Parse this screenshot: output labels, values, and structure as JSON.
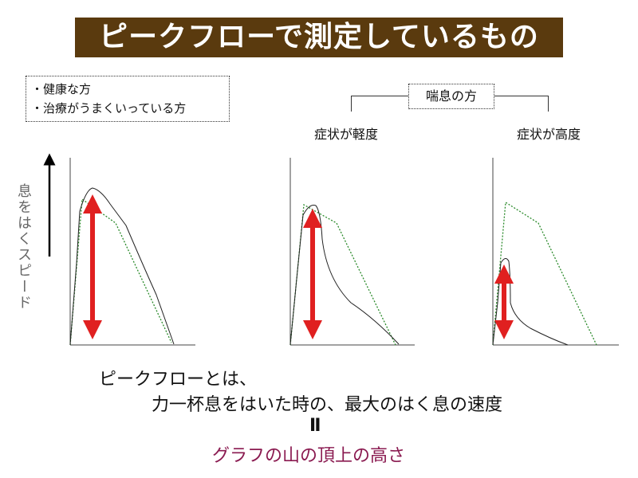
{
  "title": "ピークフローで測定しているもの",
  "healthy_box": {
    "items": [
      "・健康な方",
      "・治療がうまくいっている方"
    ]
  },
  "asthma_label": "喘息の方",
  "severity": {
    "mild": "症状が軽度",
    "severe": "症状が高度"
  },
  "y_axis_label": "息をはくスピード",
  "definition": {
    "line1": "ピークフローとは、",
    "line2": "力一杯息をはいた時の、最大のはく息の速度",
    "equals": "Ⅱ",
    "result": "グラフの山の頂上の高さ"
  },
  "colors": {
    "title_bg": "#5a3a0e",
    "arrow": "#e02020",
    "reference_curve": "#2a8a2a",
    "result_text": "#8a1a50"
  }
}
